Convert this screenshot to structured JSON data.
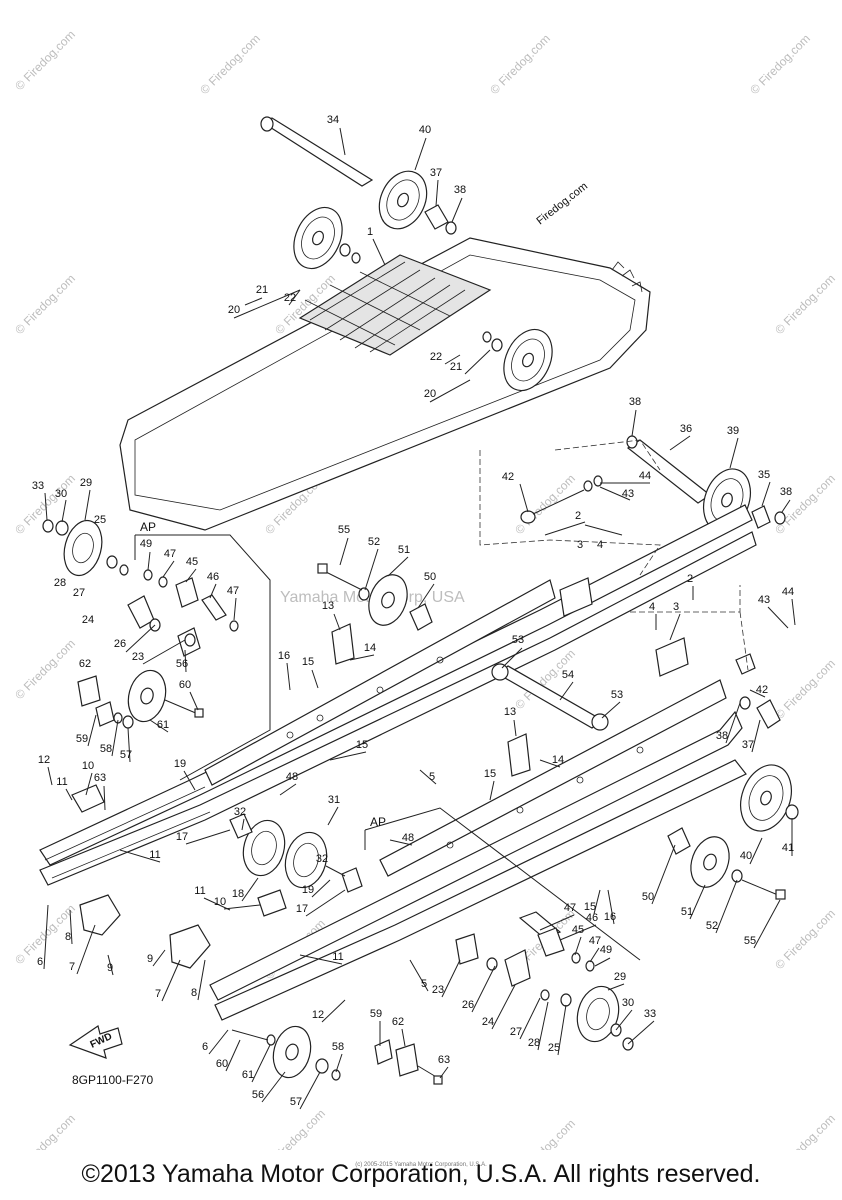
{
  "diagram": {
    "code": "8GP1100-F270",
    "fwd_label": "FWD",
    "ap_label": "AP",
    "watermarks": {
      "firedog": "© Firedog.com",
      "firedog_plain": "Firedog.com",
      "yamaha": "Yamaha Motor Corp, USA"
    },
    "callouts": [
      "1",
      "2",
      "3",
      "4",
      "5",
      "6",
      "7",
      "8",
      "9",
      "10",
      "11",
      "12",
      "13",
      "14",
      "15",
      "16",
      "17",
      "18",
      "19",
      "20",
      "21",
      "22",
      "23",
      "24",
      "25",
      "26",
      "27",
      "28",
      "29",
      "30",
      "31",
      "32",
      "33",
      "34",
      "35",
      "36",
      "37",
      "38",
      "39",
      "40",
      "41",
      "42",
      "43",
      "44",
      "45",
      "46",
      "47",
      "48",
      "49",
      "50",
      "51",
      "52",
      "53",
      "54",
      "55",
      "56",
      "57",
      "58",
      "59",
      "60",
      "61",
      "62",
      "63"
    ]
  },
  "footer": {
    "copyright": "©2013 Yamaha Motor Corporation, U.S.A. All rights reserved.",
    "small_note": "(c) 2005-2015 Yamaha Motor Corporation, U.S.A."
  }
}
